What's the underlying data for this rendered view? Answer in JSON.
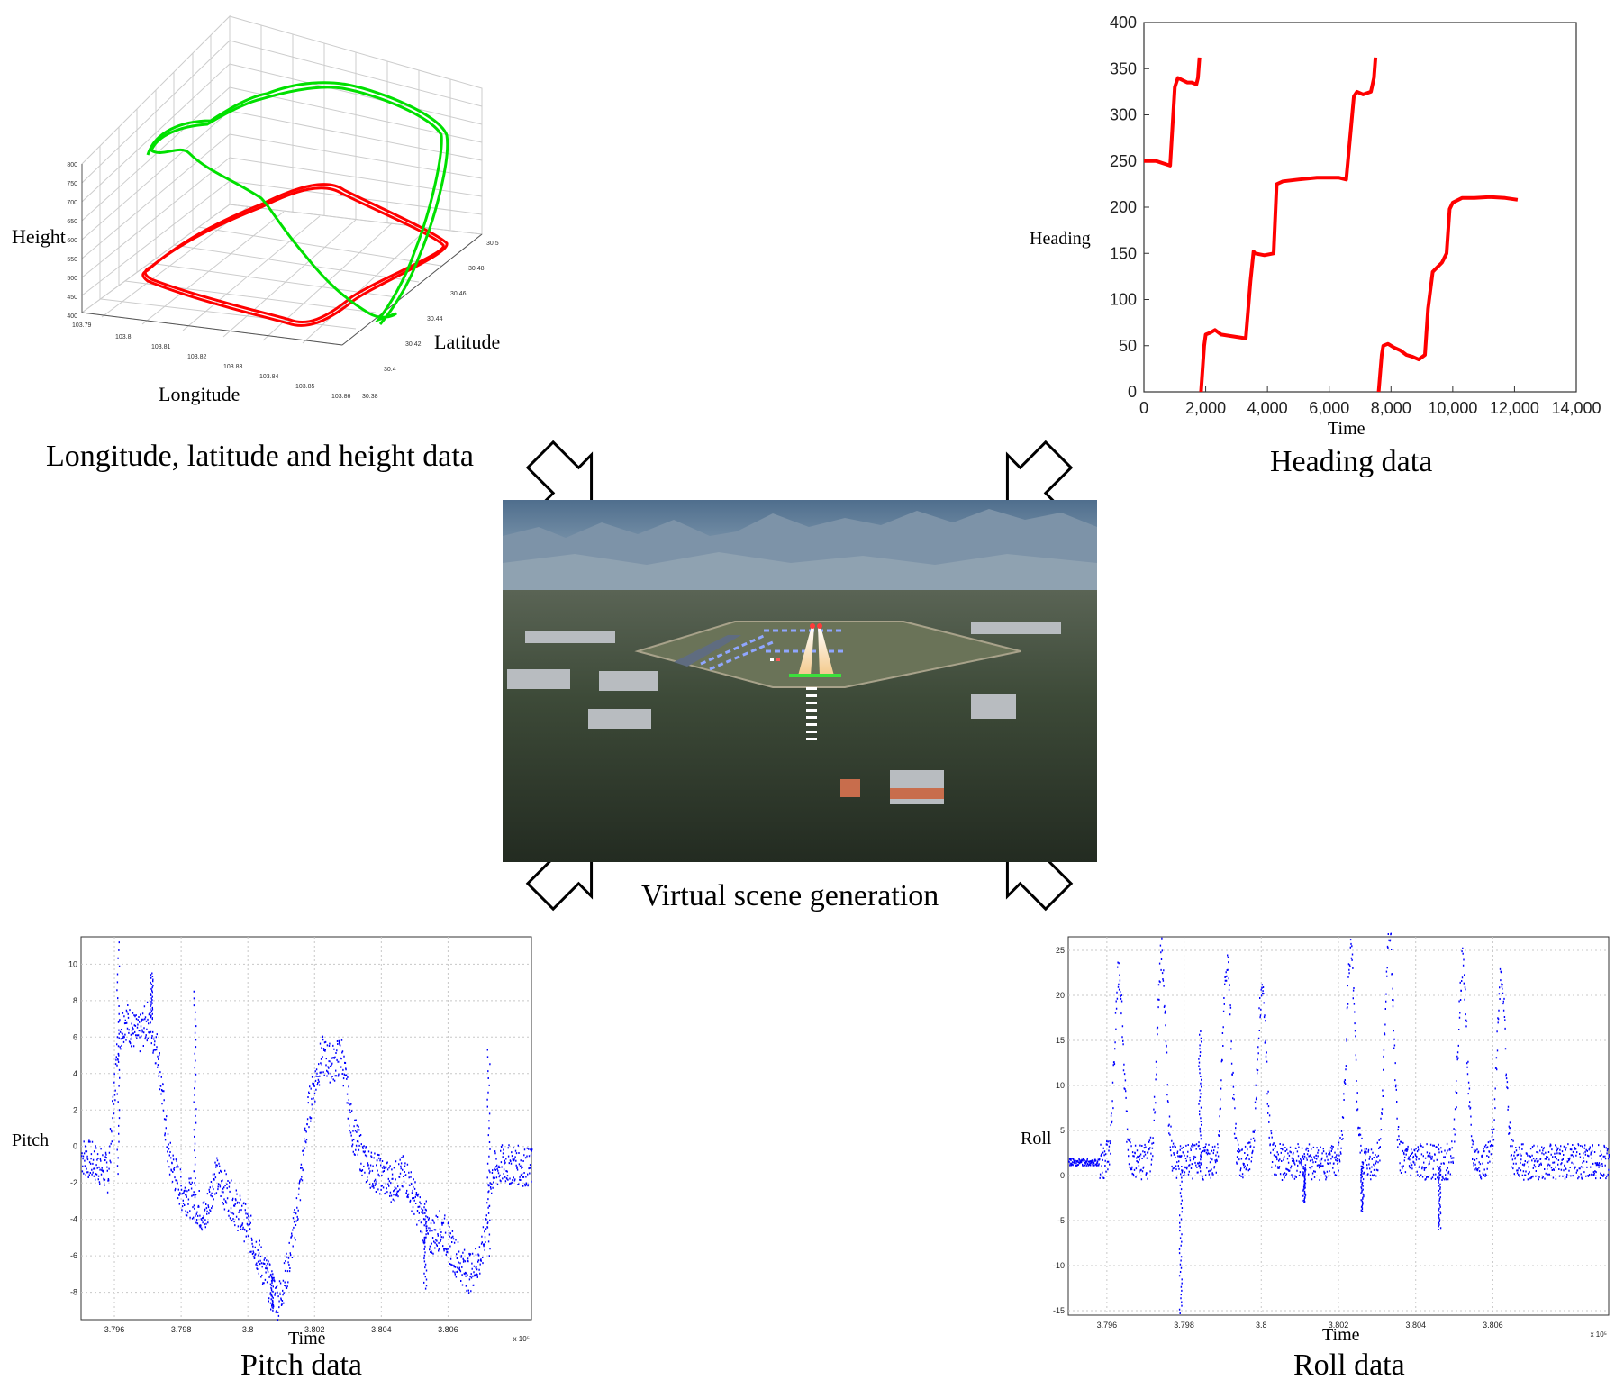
{
  "captions": {
    "lla": "Longitude, latitude and height data",
    "heading": "Heading data",
    "scene": "Virtual scene generation",
    "pitch": "Pitch data",
    "roll": "Roll data"
  },
  "labels3d": {
    "height": "Height",
    "latitude": "Latitude",
    "longitude": "Longitude",
    "z_ticks": [
      "800",
      "750",
      "700",
      "650",
      "600",
      "550",
      "500",
      "450",
      "400"
    ],
    "lon_ticks": [
      "103.79",
      "103.8",
      "103.81",
      "103.82",
      "103.83",
      "103.84",
      "103.85",
      "103.86"
    ],
    "lat_ticks": [
      "30.5",
      "30.48",
      "30.46",
      "30.44",
      "30.42",
      "30.4",
      "30.38"
    ]
  },
  "chart_data": [
    {
      "type": "line",
      "id": "heading",
      "xlabel": "Time",
      "ylabel": "Heading",
      "xlim": [
        0,
        14000
      ],
      "ylim": [
        0,
        400
      ],
      "x_ticks": [
        "0",
        "2,000",
        "4,000",
        "6,000",
        "8,000",
        "10,000",
        "12,000",
        "14,000"
      ],
      "y_ticks": [
        "0",
        "50",
        "100",
        "150",
        "200",
        "250",
        "300",
        "350",
        "400"
      ],
      "color": "#ff0000",
      "series": [
        {
          "x": [
            0,
            400,
            850,
            1000,
            1100,
            1400,
            1550,
            1700,
            1750,
            1800
          ],
          "y": [
            250,
            250,
            245,
            330,
            340,
            335,
            335,
            333,
            340,
            362
          ]
        },
        {
          "x": [
            1850,
            1950,
            2000,
            2150,
            2300,
            2500,
            2900,
            3300,
            3450,
            3550,
            3600,
            3900,
            4200,
            4300,
            4500,
            5000,
            5600,
            6000,
            6300,
            6550,
            6800,
            6900,
            7100,
            7350,
            7450,
            7500
          ],
          "y": [
            0,
            50,
            62,
            64,
            67,
            62,
            60,
            58,
            120,
            152,
            150,
            148,
            150,
            225,
            228,
            230,
            232,
            232,
            232,
            230,
            320,
            325,
            322,
            325,
            340,
            362
          ]
        },
        {
          "x": [
            7600,
            7700,
            7750,
            7900,
            8100,
            8300,
            8500,
            8700,
            8900,
            9100,
            9200,
            9350,
            9500,
            9650,
            9800,
            9900,
            10000,
            10300,
            10700,
            11200,
            11700,
            12100
          ],
          "y": [
            0,
            40,
            50,
            52,
            48,
            45,
            40,
            38,
            35,
            40,
            90,
            130,
            135,
            140,
            150,
            198,
            205,
            210,
            210,
            211,
            210,
            208
          ]
        }
      ]
    },
    {
      "type": "scatter",
      "id": "pitch",
      "xlabel": "Time",
      "ylabel": "Pitch",
      "xlim": [
        3.795,
        3.8085
      ],
      "ylim": [
        -9.5,
        11.5
      ],
      "x_ticks": [
        "3.796",
        "3.798",
        "3.8",
        "3.802",
        "3.804",
        "3.806"
      ],
      "y_ticks": [
        "10",
        "8",
        "6",
        "4",
        "2",
        "0",
        "-2",
        "-4",
        "-6",
        "-8"
      ],
      "x_multiplier": "x 10⁵",
      "color": "#0000ff",
      "keyframes": {
        "x": [
          3.795,
          3.7955,
          3.7958,
          3.7961,
          3.7963,
          3.7967,
          3.797,
          3.7973,
          3.7976,
          3.798,
          3.7984,
          3.7987,
          3.799,
          3.7995,
          3.8,
          3.8005,
          3.8009,
          3.8012,
          3.8015,
          3.8018,
          3.8022,
          3.8025,
          3.8028,
          3.8031,
          3.8035,
          3.8039,
          3.8043,
          3.8047,
          3.805,
          3.8054,
          3.8058,
          3.8062,
          3.8066,
          3.807,
          3.8073,
          3.8076,
          3.808,
          3.8085
        ],
        "y": [
          -0.5,
          -1.0,
          -1.5,
          6.0,
          7.0,
          6.0,
          7.0,
          5.0,
          -0.5,
          -2.5,
          -3.0,
          -4.0,
          -1.5,
          -3.0,
          -4.5,
          -7.0,
          -8.5,
          -6.5,
          -3.0,
          2.0,
          5.0,
          4.5,
          5.0,
          1.0,
          -1.0,
          -1.5,
          -2.0,
          -1.5,
          -3.0,
          -5.0,
          -4.5,
          -6.0,
          -7.0,
          -6.0,
          -1.5,
          -1.0,
          -1.0,
          -1.2
        ]
      },
      "spikes": [
        [
          3.7961,
          11.2
        ],
        [
          3.7971,
          9.5
        ],
        [
          3.7984,
          8.5
        ],
        [
          3.8007,
          -9.0
        ],
        [
          3.8053,
          -7.8
        ],
        [
          3.8072,
          5.3
        ]
      ]
    },
    {
      "type": "scatter",
      "id": "roll",
      "xlabel": "Time",
      "ylabel": "Roll",
      "xlim": [
        3.795,
        3.809
      ],
      "ylim": [
        -15.5,
        26.5
      ],
      "x_ticks": [
        "3.796",
        "3.798",
        "3.8",
        "3.802",
        "3.804",
        "3.806"
      ],
      "y_ticks": [
        "25",
        "20",
        "15",
        "10",
        "5",
        "0",
        "-5",
        "-10",
        "-15"
      ],
      "x_multiplier": "x 10⁵",
      "color": "#0000ff",
      "bumps": [
        [
          3.7963,
          21
        ],
        [
          3.7974,
          23
        ],
        [
          3.7991,
          22
        ],
        [
          3.8,
          19
        ],
        [
          3.8023,
          23
        ],
        [
          3.8033,
          25.5
        ],
        [
          3.8052,
          22
        ],
        [
          3.8062,
          21
        ]
      ],
      "spikes": [
        [
          3.7979,
          -15.3
        ],
        [
          3.7984,
          16
        ],
        [
          3.8046,
          -6
        ],
        [
          3.8026,
          -4
        ],
        [
          3.8011,
          -3
        ]
      ]
    }
  ]
}
